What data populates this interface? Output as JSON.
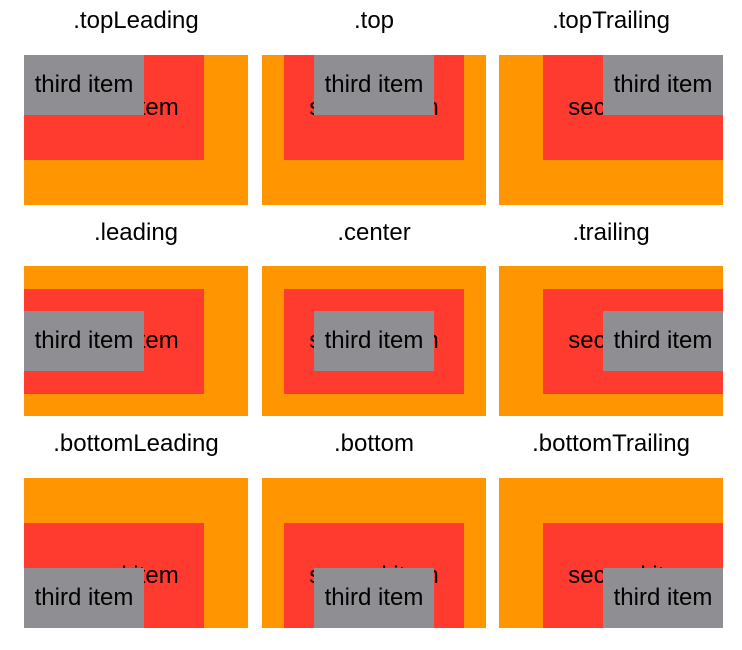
{
  "colors": {
    "orange": "#FF9500",
    "red": "#FF3B30",
    "gray": "#8E8E93",
    "selection": "#3A7BD5"
  },
  "items": {
    "second": "second item",
    "third": "third item"
  },
  "cells": [
    {
      "label": ".topLeading"
    },
    {
      "label": ".top"
    },
    {
      "label": ".topTrailing"
    },
    {
      "label": ".leading"
    },
    {
      "label": ".center"
    },
    {
      "label": ".trailing"
    },
    {
      "label": ".bottomLeading"
    },
    {
      "label": ".bottom"
    },
    {
      "label": ".bottomTrailing",
      "selected": true
    }
  ]
}
